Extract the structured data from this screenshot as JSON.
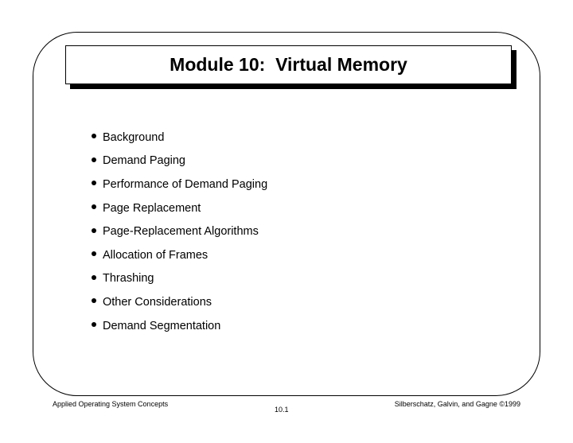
{
  "slide": {
    "title": "Module 10:  Virtual Memory",
    "bullets": [
      "Background",
      "Demand Paging",
      "Performance of Demand Paging",
      "Page Replacement",
      "Page-Replacement Algorithms",
      "Allocation of Frames",
      "Thrashing",
      "Other Considerations",
      "Demand Segmentation"
    ]
  },
  "footer": {
    "left": "Applied Operating System Concepts",
    "center": "10.1",
    "right": "Silberschatz, Galvin, and Gagne ©1999"
  }
}
